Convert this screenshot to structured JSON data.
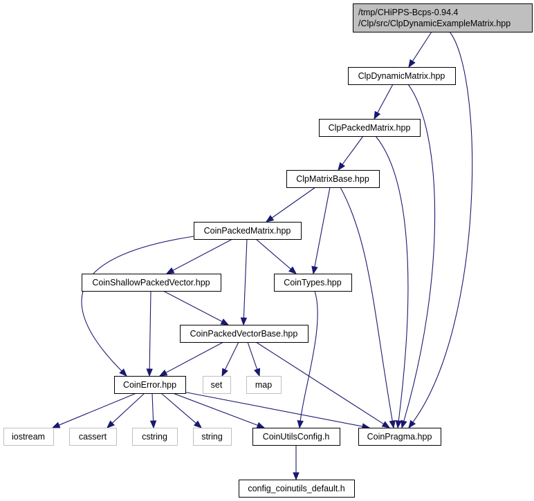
{
  "graph": {
    "nodes": [
      {
        "id": "root",
        "lines": [
          "/tmp/CHiPPS-Bcps-0.94.4",
          "/Clp/src/ClpDynamicExampleMatrix.hpp"
        ],
        "style": "root"
      },
      {
        "id": "ClpDynamicMatrix",
        "lines": [
          "ClpDynamicMatrix.hpp"
        ],
        "style": "normal"
      },
      {
        "id": "ClpPackedMatrix",
        "lines": [
          "ClpPackedMatrix.hpp"
        ],
        "style": "normal"
      },
      {
        "id": "ClpMatrixBase",
        "lines": [
          "ClpMatrixBase.hpp"
        ],
        "style": "normal"
      },
      {
        "id": "CoinPackedMatrix",
        "lines": [
          "CoinPackedMatrix.hpp"
        ],
        "style": "normal"
      },
      {
        "id": "CoinShallowPackedVector",
        "lines": [
          "CoinShallowPackedVector.hpp"
        ],
        "style": "normal"
      },
      {
        "id": "CoinTypes",
        "lines": [
          "CoinTypes.hpp"
        ],
        "style": "normal"
      },
      {
        "id": "CoinPackedVectorBase",
        "lines": [
          "CoinPackedVectorBase.hpp"
        ],
        "style": "normal"
      },
      {
        "id": "CoinError",
        "lines": [
          "CoinError.hpp"
        ],
        "style": "normal"
      },
      {
        "id": "set",
        "lines": [
          "set"
        ],
        "style": "system"
      },
      {
        "id": "map",
        "lines": [
          "map"
        ],
        "style": "system"
      },
      {
        "id": "iostream",
        "lines": [
          "iostream"
        ],
        "style": "system"
      },
      {
        "id": "cassert",
        "lines": [
          "cassert"
        ],
        "style": "system"
      },
      {
        "id": "cstring",
        "lines": [
          "cstring"
        ],
        "style": "system"
      },
      {
        "id": "string",
        "lines": [
          "string"
        ],
        "style": "system"
      },
      {
        "id": "CoinUtilsConfig",
        "lines": [
          "CoinUtilsConfig.h"
        ],
        "style": "normal"
      },
      {
        "id": "CoinPragma",
        "lines": [
          "CoinPragma.hpp"
        ],
        "style": "normal"
      },
      {
        "id": "config_coinutils_default",
        "lines": [
          "config_coinutils_default.h"
        ],
        "style": "normal"
      }
    ],
    "edges": [
      {
        "from": "root",
        "to": "ClpDynamicMatrix"
      },
      {
        "from": "root",
        "to": "CoinPragma"
      },
      {
        "from": "ClpDynamicMatrix",
        "to": "ClpPackedMatrix"
      },
      {
        "from": "ClpDynamicMatrix",
        "to": "CoinPragma"
      },
      {
        "from": "ClpPackedMatrix",
        "to": "ClpMatrixBase"
      },
      {
        "from": "ClpPackedMatrix",
        "to": "CoinPragma"
      },
      {
        "from": "ClpMatrixBase",
        "to": "CoinPackedMatrix"
      },
      {
        "from": "ClpMatrixBase",
        "to": "CoinTypes"
      },
      {
        "from": "ClpMatrixBase",
        "to": "CoinPragma"
      },
      {
        "from": "CoinPackedMatrix",
        "to": "CoinShallowPackedVector"
      },
      {
        "from": "CoinPackedMatrix",
        "to": "CoinTypes"
      },
      {
        "from": "CoinPackedMatrix",
        "to": "CoinPackedVectorBase"
      },
      {
        "from": "CoinPackedMatrix",
        "to": "CoinError"
      },
      {
        "from": "CoinShallowPackedVector",
        "to": "CoinPackedVectorBase"
      },
      {
        "from": "CoinShallowPackedVector",
        "to": "CoinError"
      },
      {
        "from": "CoinTypes",
        "to": "CoinUtilsConfig"
      },
      {
        "from": "CoinPackedVectorBase",
        "to": "CoinError"
      },
      {
        "from": "CoinPackedVectorBase",
        "to": "set"
      },
      {
        "from": "CoinPackedVectorBase",
        "to": "map"
      },
      {
        "from": "CoinPackedVectorBase",
        "to": "CoinPragma"
      },
      {
        "from": "CoinError",
        "to": "iostream"
      },
      {
        "from": "CoinError",
        "to": "cassert"
      },
      {
        "from": "CoinError",
        "to": "cstring"
      },
      {
        "from": "CoinError",
        "to": "string"
      },
      {
        "from": "CoinError",
        "to": "CoinUtilsConfig"
      },
      {
        "from": "CoinError",
        "to": "CoinPragma"
      },
      {
        "from": "CoinUtilsConfig",
        "to": "config_coinutils_default"
      }
    ]
  }
}
